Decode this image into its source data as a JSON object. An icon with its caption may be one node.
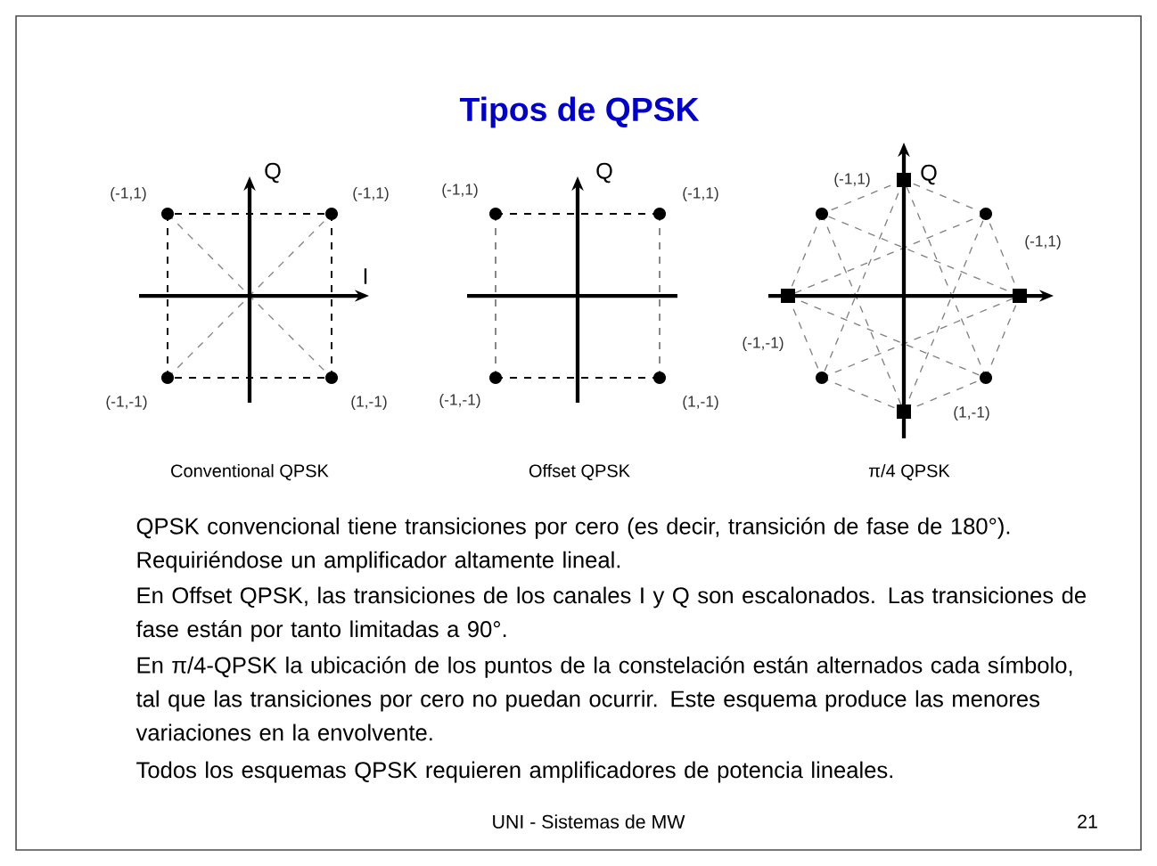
{
  "diagram": {
    "title": "Tipos de QPSK",
    "labels": [
      "(-1,1)",
      "Q",
      "(-1,1)",
      "I",
      "(-1,-1)",
      "(1,-1)",
      "(-1,1)",
      "Q",
      "(-1,1)",
      "(-1,-1)",
      "(1,-1)",
      "(-1,1)",
      "Q",
      "(-1,1)",
      "(-1,-1)",
      "(1,-1)",
      "Conventional QPSK",
      "Offset QPSK",
      "π/4 QPSK",
      "QPSK convencional tiene transiciones por cero (es decir, transición de fase de 180°). Requiriéndose un amplificador altamente lineal.",
      "En Offset QPSK, las transiciones de los canales I y Q son escalonados. Las transiciones de fase están por tanto limitadas a 90°.",
      "En π/4-QPSK la ubicación de los puntos de la constelación están alternados cada símbolo, tal que las transiciones por cero no puedan ocurrir. Este esquema produce las menores variaciones en la envolvente.",
      "Todos los esquemas QPSK requieren amplificadores de potencia lineales.",
      "UNI - Sistemas de MW",
      "21"
    ]
  }
}
